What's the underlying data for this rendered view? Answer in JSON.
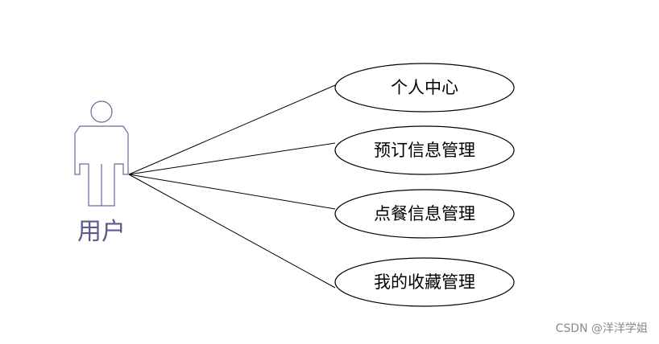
{
  "actor": {
    "label": "用户"
  },
  "use_cases": [
    {
      "label": "个人中心"
    },
    {
      "label": "预订信息管理"
    },
    {
      "label": "点餐信息管理"
    },
    {
      "label": "我的收藏管理"
    }
  ],
  "watermark": "CSDN @洋洋学姐",
  "colors": {
    "actor_stroke": "#6a6a96",
    "actor_label": "#5c5c8a",
    "line": "#000000",
    "watermark": "#8a8a8a"
  }
}
